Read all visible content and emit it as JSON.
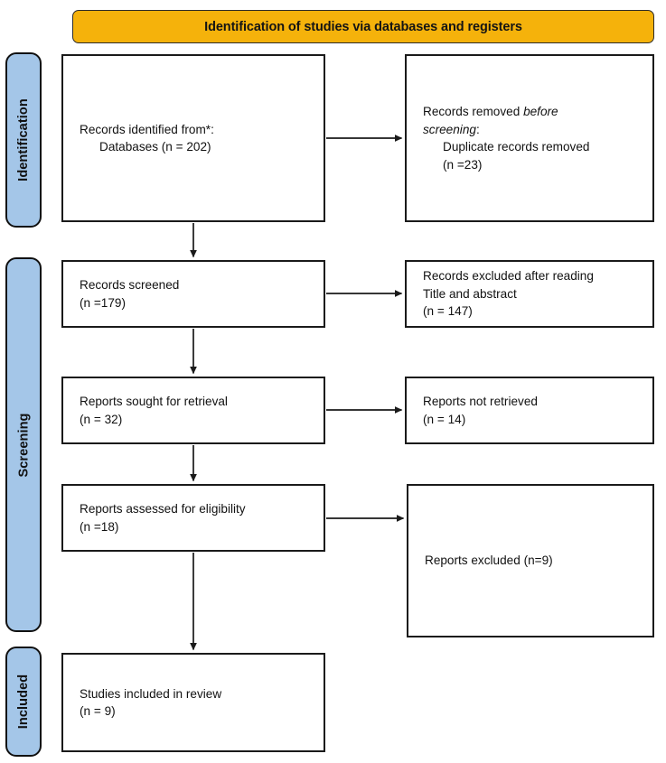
{
  "diagram": {
    "title": "Identification of studies via databases and registers",
    "type": "PRISMA flow diagram",
    "colors": {
      "banner": "#F5B20B",
      "phase_tab": "#A4C6E8",
      "box_border": "#1a1a1a",
      "text": "#111111",
      "background": "#ffffff"
    }
  },
  "phases": [
    {
      "id": "identification",
      "label": "Identification"
    },
    {
      "id": "screening",
      "label": "Screening"
    },
    {
      "id": "included",
      "label": "Included"
    }
  ],
  "boxes": {
    "identified": {
      "line1": "Records identified from*:",
      "line2": "Databases (n = 202)"
    },
    "removed": {
      "line1_pre": "Records removed ",
      "line1_em": "before",
      "line2_em": "screening",
      "line2_post": ":",
      "line3": "Duplicate records removed",
      "line4": "(n =23)"
    },
    "screened": {
      "line1": "Records screened",
      "line2": "(n =179)"
    },
    "excluded_screening": {
      "line1": "Records excluded after reading",
      "line2": "Title and abstract",
      "line3": "(n = 147)"
    },
    "sought": {
      "line1": "Reports sought for retrieval",
      "line2": "(n = 32)"
    },
    "not_retrieved": {
      "line1": "Reports not retrieved",
      "line2": "(n = 14)"
    },
    "eligibility": {
      "line1": "Reports assessed for eligibility",
      "line2": "(n =18)"
    },
    "excluded_reports": {
      "line1": "Reports excluded (n=9)"
    },
    "included": {
      "line1": "Studies included in review",
      "line2": "(n = 9)"
    }
  },
  "chart_data": {
    "type": "diagram",
    "title": "Identification of studies via databases and registers",
    "nodes": [
      {
        "id": "identified",
        "phase": "Identification",
        "label": "Records identified from*: Databases",
        "n": 202
      },
      {
        "id": "removed",
        "phase": "Identification",
        "label": "Records removed before screening: Duplicate records removed",
        "n": 23
      },
      {
        "id": "screened",
        "phase": "Screening",
        "label": "Records screened",
        "n": 179
      },
      {
        "id": "excluded_screening",
        "phase": "Screening",
        "label": "Records excluded after reading Title and abstract",
        "n": 147
      },
      {
        "id": "sought",
        "phase": "Screening",
        "label": "Reports sought for retrieval",
        "n": 32
      },
      {
        "id": "not_retrieved",
        "phase": "Screening",
        "label": "Reports not retrieved",
        "n": 14
      },
      {
        "id": "eligibility",
        "phase": "Screening",
        "label": "Reports assessed for eligibility",
        "n": 18
      },
      {
        "id": "excluded_reports",
        "phase": "Screening",
        "label": "Reports excluded",
        "n": 9
      },
      {
        "id": "included",
        "phase": "Included",
        "label": "Studies included in review",
        "n": 9
      }
    ],
    "edges": [
      {
        "from": "identified",
        "to": "removed",
        "direction": "right"
      },
      {
        "from": "identified",
        "to": "screened",
        "direction": "down"
      },
      {
        "from": "screened",
        "to": "excluded_screening",
        "direction": "right"
      },
      {
        "from": "screened",
        "to": "sought",
        "direction": "down"
      },
      {
        "from": "sought",
        "to": "not_retrieved",
        "direction": "right"
      },
      {
        "from": "sought",
        "to": "eligibility",
        "direction": "down"
      },
      {
        "from": "eligibility",
        "to": "excluded_reports",
        "direction": "right"
      },
      {
        "from": "eligibility",
        "to": "included",
        "direction": "down"
      }
    ]
  }
}
